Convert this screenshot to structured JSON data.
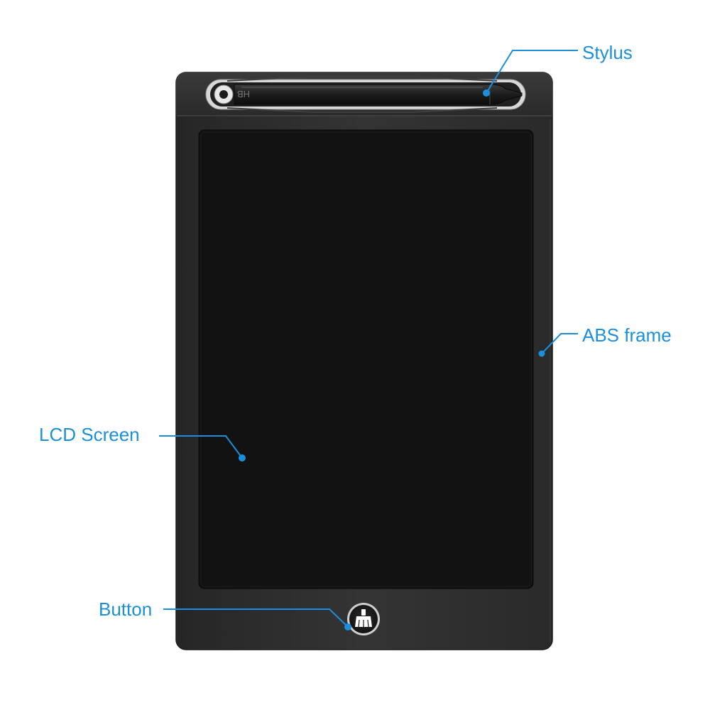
{
  "diagram": {
    "callouts": [
      {
        "id": "stylus",
        "label": "Stylus"
      },
      {
        "id": "abs-frame",
        "label": "ABS frame"
      },
      {
        "id": "lcd-screen",
        "label": "LCD Screen"
      },
      {
        "id": "button",
        "label": "Button"
      }
    ],
    "stylus_marking": "HB",
    "colors": {
      "callout": "#1b8fdc",
      "frame": "#2e2e2e",
      "screen": "#121212",
      "background": "#ffffff"
    }
  }
}
